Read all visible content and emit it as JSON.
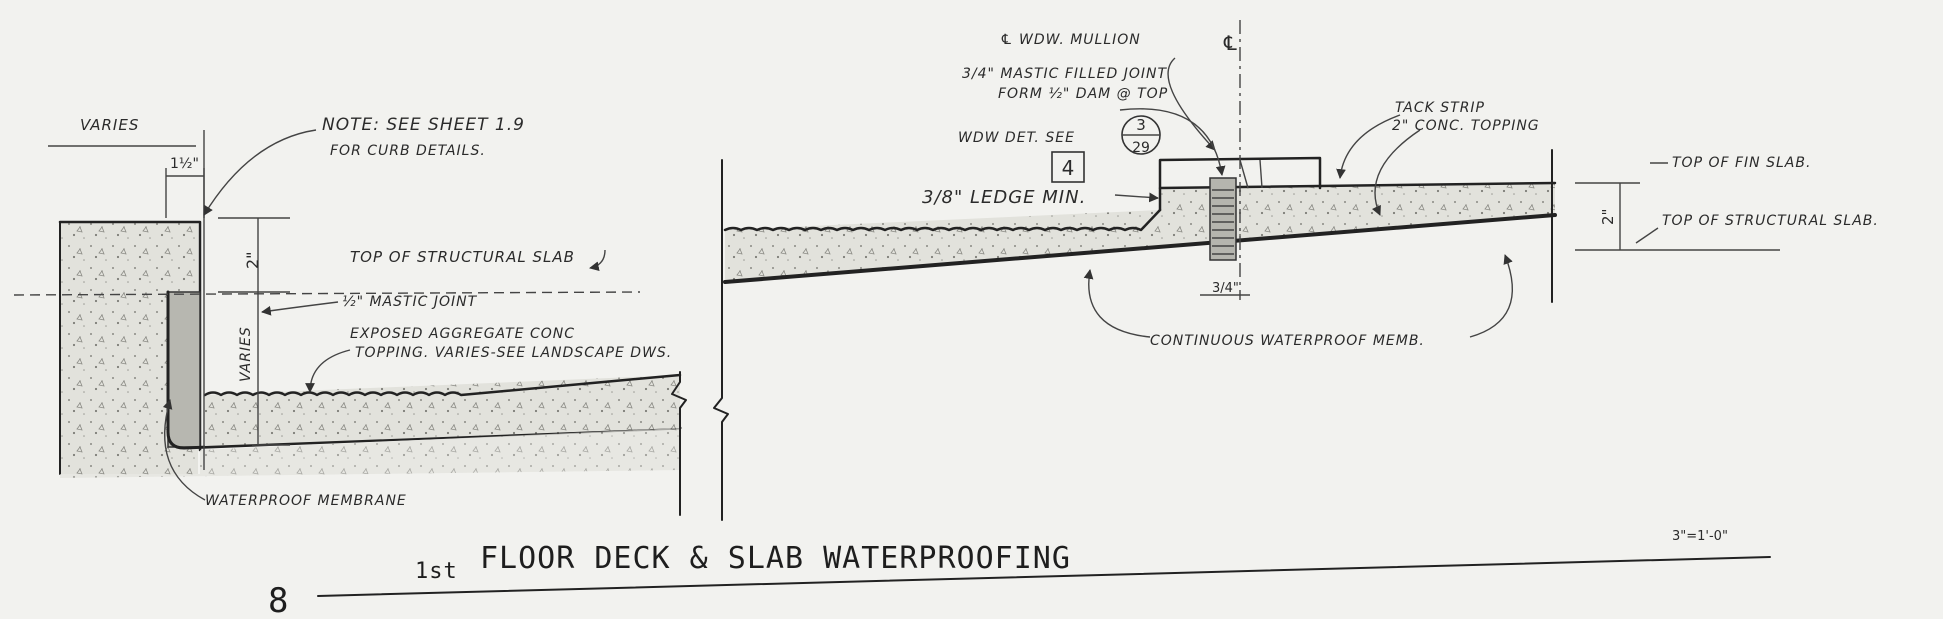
{
  "drawing": {
    "title_prefix": "1st",
    "title_text": "FLOOR DECK & SLAB WATERPROOFING",
    "detail_number": "8",
    "scale": "3\"=1'-0\"",
    "left_detail": {
      "varies_top": "VARIES",
      "dim_curb_width": "1½\"",
      "note": "NOTE: SEE SHEET 1.9",
      "note_line2": "FOR CURB DETAILS.",
      "dim_2in": "2\"",
      "top_structural_slab": "TOP OF STRUCTURAL SLAB",
      "mastic_joint": "½\" MASTIC JOINT",
      "varies_vertical": "VARIES",
      "exposed_aggregate": "EXPOSED AGGREGATE CONC",
      "exposed_aggregate_line2": "TOPPING. VARIES-SEE LANDSCAPE DWS.",
      "waterproof_membrane": "WATERPROOF MEMBRANE"
    },
    "right_detail": {
      "window_mullion": "℄ WDW. MULLION",
      "centerline_mark": "℄",
      "mastic_filled_joint": "3/4\" MASTIC FILLED JOINT",
      "mastic_filled_joint_line2": "FORM ½\" DAM @ TOP",
      "wdw_det_see": "WDW DET. SEE",
      "ref_top": "3",
      "ref_bottom": "29",
      "ledge_number": "4",
      "ledge": "3/8\" LEDGE MIN.",
      "tack_strip": "TACK STRIP",
      "conc_topping": "2\" CONC. TOPPING",
      "top_fin_slab": "TOP OF FIN SLAB.",
      "top_structural_slab": "TOP OF STRUCTURAL SLAB.",
      "dim_2in": "2\"",
      "dim_three_quarter": "3/4\"",
      "continuous_membrane": "CONTINUOUS WATERPROOF MEMB."
    }
  }
}
